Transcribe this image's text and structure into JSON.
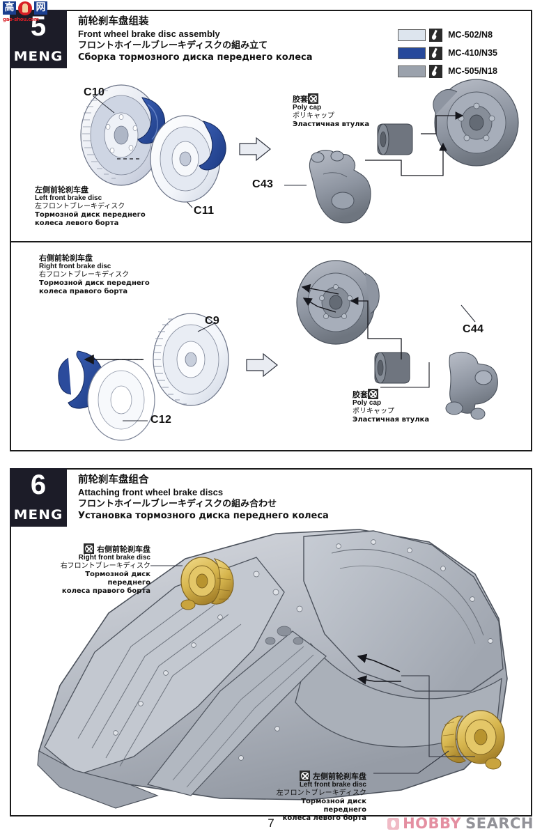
{
  "watermark_logo": {
    "char1": "高",
    "char2": "网",
    "url": "gao-shou.com"
  },
  "steps": [
    {
      "number": "5",
      "brand": "MENG",
      "title_cn": "前轮刹车盘组装",
      "title_en": "Front wheel brake disc assembly",
      "title_jp": "フロントホイールブレーキディスクの組み立て",
      "title_ru": "Сборка тормозного диска переднего колеса",
      "paint_legend": [
        {
          "color": "#dde5ee",
          "code": "MC-502/N8",
          "icon": "paint-brush-icon"
        },
        {
          "color": "#27499b",
          "code": "MC-410/N35",
          "icon": "paint-brush-icon"
        },
        {
          "color": "#9ba2ac",
          "code": "MC-505/N18",
          "icon": "paint-brush-icon"
        }
      ],
      "callouts": [
        {
          "id": "left-front-brake-disc",
          "cn": "左侧前轮刹车盘",
          "en": "Left front brake disc",
          "jp": "左フロントブレーキディスク",
          "ru_line1": "Тормозной диск переднего",
          "ru_line2": "колеса левого борта"
        },
        {
          "id": "right-front-brake-disc",
          "cn": "右侧前轮刹车盘",
          "en": "Right front brake disc",
          "jp": "右フロントブレーキディスク",
          "ru_line1": "Тормозной диск переднего",
          "ru_line2": "колеса правого борта"
        },
        {
          "id": "poly-cap-upper",
          "cn": "胶套",
          "en": "Poly cap",
          "jp": "ポリキャップ",
          "ru_line1": "Эластичная втулка",
          "icon": "no-glue-icon"
        },
        {
          "id": "poly-cap-lower",
          "cn": "胶套",
          "en": "Poly cap",
          "jp": "ポリキャップ",
          "ru_line1": "Эластичная втулка",
          "icon": "no-glue-icon"
        }
      ],
      "parts": [
        "C10",
        "C11",
        "C43",
        "C9",
        "C12",
        "C44"
      ]
    },
    {
      "number": "6",
      "brand": "MENG",
      "title_cn": "前轮刹车盘组合",
      "title_en": "Attaching front wheel brake discs",
      "title_jp": "フロントホイールブレーキディスクの組み合わせ",
      "title_ru": "Установка тормозного диска переднего колеса",
      "callouts": [
        {
          "id": "right-front-brake-disc",
          "cn": "右侧前轮刹车盘",
          "en": "Right front brake disc",
          "jp": "右フロントブレーキディスク",
          "ru_line1": "Тормозной диск переднего",
          "ru_line2": "колеса правого борта",
          "icon": "no-glue-icon"
        },
        {
          "id": "left-front-brake-disc",
          "cn": "左侧前轮刹车盘",
          "en": "Left front brake disc",
          "jp": "左フロントブレーキディスク",
          "ru_line1": "Тормозной диск переднего",
          "ru_line2": "колеса левого борта",
          "icon": "no-glue-icon"
        }
      ]
    }
  ],
  "page_number": "7",
  "hobby_watermark": {
    "part1": "HOBBY",
    "part2": "SEARCH",
    "icon": "flame-icon"
  }
}
